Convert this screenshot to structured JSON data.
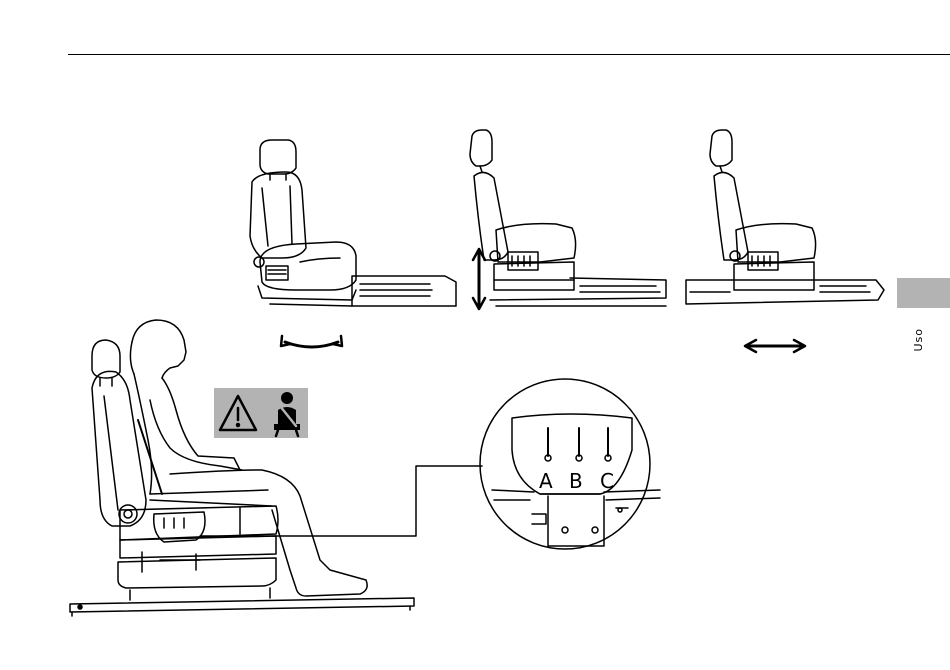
{
  "page": {
    "section_label": "Uso"
  },
  "callout": {
    "letters": [
      "A",
      "B",
      "C"
    ]
  },
  "warning_panel": {
    "icons": [
      "warning-triangle-icon",
      "seatbelt-icon"
    ],
    "background": "#b3b3b3"
  },
  "colors": {
    "line": "#000000",
    "tab": "#b3b3b3"
  }
}
